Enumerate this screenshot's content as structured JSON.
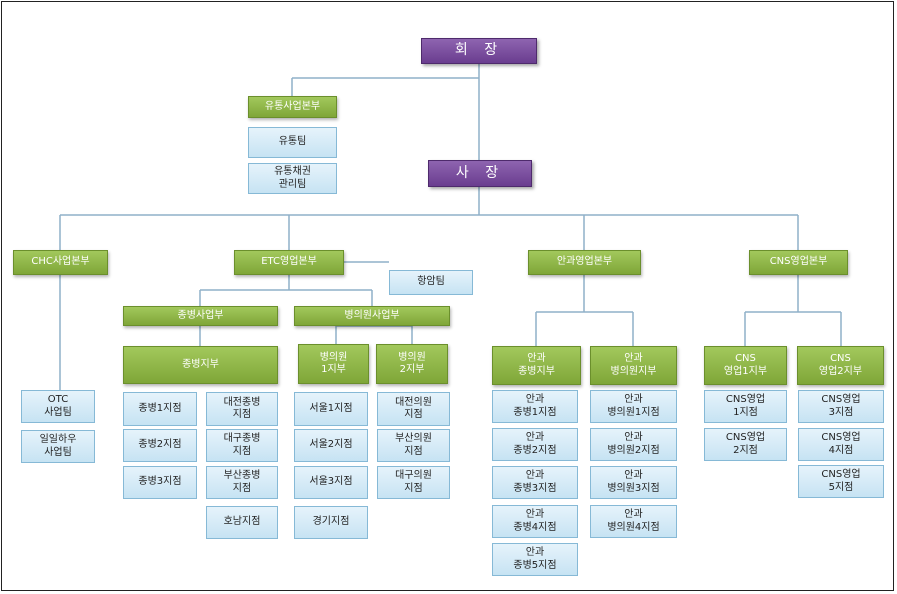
{
  "org": {
    "chairman": "회 장",
    "distribution_hq": "유통사업본부",
    "distribution_team": "유통팀",
    "distribution_credit_team": "유통채권\n관리팀",
    "president": "사 장",
    "chc_hq": "CHC사업본부",
    "etc_hq": "ETC영업본부",
    "ophthalmology_hq": "안과영업본부",
    "cns_hq": "CNS영업본부",
    "oncology_team": "항암팀",
    "otc_team": "OTC\n사업팀",
    "ilil_team": "일일하우\n사업팀",
    "general_hospital_div": "종병사업부",
    "clinic_div": "병의원사업부",
    "general_hospital_branch": "종병지부",
    "gh_branches_a": [
      "종병1지점",
      "종병2지점",
      "종병3지점"
    ],
    "gh_branches_b": [
      "대전종병\n지점",
      "대구종병\n지점",
      "부산종병\n지점",
      "호남지점"
    ],
    "clinic_branch_1": "병의원\n1지부",
    "clinic_branch_2": "병의원\n2지부",
    "clinic_branches_a": [
      "서울1지점",
      "서울2지점",
      "서울3지점",
      "경기지점"
    ],
    "clinic_branches_b": [
      "대전의원\n지점",
      "부산의원\n지점",
      "대구의원\n지점"
    ],
    "oph_gh_branch": "안과\n종병지부",
    "oph_clinic_branch": "안과\n병의원지부",
    "oph_gh_offices": [
      "안과\n종병1지점",
      "안과\n종병2지점",
      "안과\n종병3지점",
      "안과\n종병4지점",
      "안과\n종병5지점"
    ],
    "oph_clinic_offices": [
      "안과\n병의원1지점",
      "안과\n병의원2지점",
      "안과\n병의원3지점",
      "안과\n병의원4지점"
    ],
    "cns_branch_1": "CNS\n영업1지부",
    "cns_branch_2": "CNS\n영업2지부",
    "cns_offices_1": [
      "CNS영업\n1지점",
      "CNS영업\n2지점"
    ],
    "cns_offices_2": [
      "CNS영업\n3지점",
      "CNS영업\n4지점",
      "CNS영업\n5지점"
    ]
  },
  "colors": {
    "purple": "#7a4c9e",
    "green": "#8cb446",
    "blue_fill": "#d4eaf7",
    "connector": "#8fb0c8"
  }
}
